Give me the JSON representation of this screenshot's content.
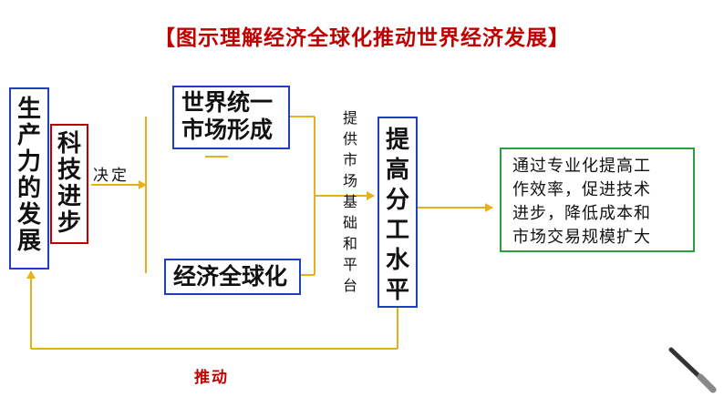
{
  "title": "【图示理解经济全球化推动世界经济发展】",
  "nodes": {
    "production_chars": [
      "生",
      "产",
      "力",
      "的",
      "发",
      "展"
    ],
    "tech_chars": [
      "科",
      "技",
      "进",
      "步"
    ],
    "world_market_lines": [
      "世界统一",
      "市场形成"
    ],
    "globalization": "经济全球化",
    "division_chars": [
      "提",
      "高",
      "分",
      "工",
      "水",
      "平"
    ],
    "result_lines": [
      "通过专业化提高工",
      "作效率，促进技术",
      "进步，降低成本和",
      "市场交易规模扩大"
    ]
  },
  "labels": {
    "decide": "决定",
    "provide_chars": [
      "提",
      "供",
      "市",
      "场",
      "基",
      "础",
      "和",
      "平",
      "台"
    ],
    "push": "推动"
  },
  "colors": {
    "title": "#c00000",
    "blue_border": "#1f3fbf",
    "red_border": "#c00000",
    "green_border": "#2e9e3e",
    "connector": "#e8b11c",
    "push_label": "#c00000"
  }
}
